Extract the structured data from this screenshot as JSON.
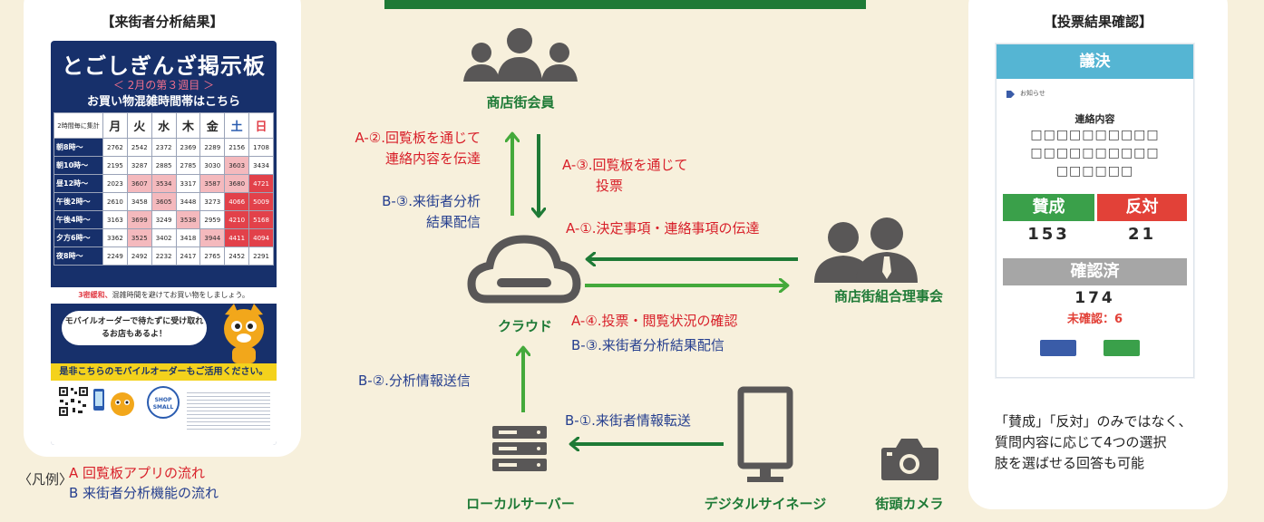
{
  "colors": {
    "green": "#1e7a36",
    "arrow": "#44a93b",
    "red": "#d8202a",
    "blue": "#263f8f",
    "icon": "#595757"
  },
  "left_panel": {
    "title": "【来街者分析結果】",
    "poster": {
      "title": "とごしぎんざ掲示板",
      "week": "＜ 2月の第３週目 ＞",
      "subtitle": "お買い物混雑時間帯はこちら",
      "corner": "2時間毎に集計",
      "days": [
        "月",
        "火",
        "水",
        "木",
        "金",
        "土",
        "日"
      ],
      "rows": [
        {
          "time": "朝8時～",
          "values": [
            "2762",
            "2542",
            "2372",
            "2369",
            "2289",
            "2156",
            "1708"
          ]
        },
        {
          "time": "朝10時～",
          "values": [
            "2195",
            "3287",
            "2885",
            "2785",
            "3030",
            "3603",
            "3434"
          ]
        },
        {
          "time": "昼12時～",
          "values": [
            "2023",
            "3607",
            "3534",
            "3317",
            "3587",
            "3680",
            "4721"
          ]
        },
        {
          "time": "午後2時～",
          "values": [
            "2610",
            "3458",
            "3605",
            "3448",
            "3273",
            "4066",
            "5009"
          ]
        },
        {
          "time": "午後4時～",
          "values": [
            "3163",
            "3699",
            "3249",
            "3538",
            "2959",
            "4210",
            "5168"
          ]
        },
        {
          "time": "夕方6時～",
          "values": [
            "3362",
            "3525",
            "3402",
            "3418",
            "3944",
            "4411",
            "4094"
          ]
        },
        {
          "time": "夜8時～",
          "values": [
            "2249",
            "2492",
            "2232",
            "2417",
            "2765",
            "2452",
            "2291"
          ]
        }
      ],
      "strip_red": "3密緩和、",
      "strip_text": "混雑時間を避けてお買い物をしましょう。",
      "bubble": "モバイルオーダーで待たずに受け取れるお店もあるよ！",
      "yellow": "是非こちらのモバイルオーダーもご活用ください。",
      "shop_small": "SHOP SMALL"
    }
  },
  "legend": {
    "label": "〈凡例〉",
    "a": "A  回覧板アプリの流れ",
    "b": "B  来街者分析機能の流れ"
  },
  "nodes": {
    "members": "商店街会員",
    "cloud": "クラウド",
    "board": "商店街組合理事会",
    "server": "ローカルサーバー",
    "signage": "デジタルサイネージ",
    "camera": "街頭カメラ"
  },
  "flows": {
    "a2": [
      "A-②.回覧板を通じて",
      "連絡内容を伝達"
    ],
    "b3_left": [
      "B-③.来街者分析",
      "結果配信"
    ],
    "a3": [
      "A-③.回覧板を通じて",
      "投票"
    ],
    "a1": "A-①.決定事項・連絡事項の伝達",
    "a4": "A-④.投票・閲覧状況の確認",
    "b3_right": "B-③.来街者分析結果配信",
    "b2": "B-②.分析情報送信",
    "b1": "B-①.来街者情報転送"
  },
  "right_panel": {
    "title": "【投票結果確認】",
    "phone": {
      "header": "議決",
      "notice": "お知らせ",
      "content_label": "連絡内容",
      "box_rows": [
        "□□□□□□□□□□",
        "□□□□□□□□□□",
        "□□□□□□"
      ],
      "yes": "賛成",
      "no": "反対",
      "yes_count": "153",
      "no_count": "21",
      "confirmed": "確認済",
      "confirmed_count": "174",
      "unconfirmed": "未確認：6"
    },
    "note": [
      "「賛成」「反対」のみではなく、",
      "質問内容に応じて4つの選択",
      "肢を選ばせる回答も可能"
    ]
  }
}
